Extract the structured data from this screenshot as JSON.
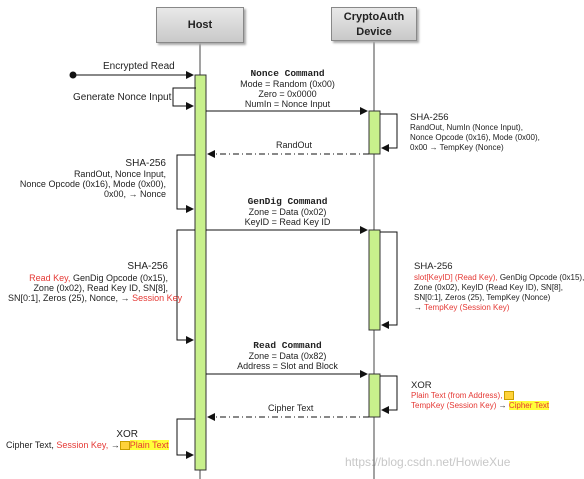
{
  "host": {
    "title": "Host"
  },
  "device": {
    "line1": "CryptoAuth",
    "line2": "Device"
  },
  "encrypted_read": "Encrypted Read",
  "generate_nonce": "Generate Nonce Input",
  "nonce_cmd": {
    "name": "Nonce Command",
    "mode": "Mode = Random (0x00)",
    "zero": "Zero = 0x0000",
    "numin": "NumIn = Nonce Input"
  },
  "device_sha1": {
    "title": "SHA-256",
    "l1": "RandOut, NumIn (Nonce Input),",
    "l2": "Nonce Opcode (0x16), Mode (0x00),",
    "l3": "0x00 → TempKey (Nonce)"
  },
  "randout": "RandOut",
  "host_sha1": {
    "title": "SHA-256",
    "l1": "RandOut, Nonce Input,",
    "l2": "Nonce Opcode (0x16), Mode (0x00),",
    "l3": "0x00, → Nonce"
  },
  "gendig_cmd": {
    "name": "GenDig Command",
    "zone": "Zone = Data (0x02)",
    "keyid": "KeyID = Read Key ID"
  },
  "host_sha2": {
    "title": "SHA-256",
    "l1_red": "Read Key,",
    "l1": " GenDig Opcode (0x15),",
    "l2": "Zone (0x02), Read Key ID, SN[8],",
    "l3": "SN[0:1], Zeros (25), Nonce, →",
    "l3_red": "Session Key"
  },
  "device_sha2": {
    "title": "SHA-256",
    "l1_red": "slot[KeyID] (Read Key),",
    "l1": " GenDig Opcode (0x15),",
    "l2": "Zone (0x02), KeyID (Read Key ID), SN[8],",
    "l3": "SN[0:1], Zeros (25), TempKey (Nonce)",
    "l4_arrow": "→",
    "l4_red": "TempKey (Session Key)"
  },
  "read_cmd": {
    "name": "Read Command",
    "zone": "Zone = Data (0x82)",
    "addr": "Address = Slot and Block"
  },
  "device_xor": {
    "title": "XOR",
    "l1_red": "Plain Text (from Address),",
    "l2_red": "TempKey (Session Key)",
    "l2_arrow": " → ",
    "l2_hl": "Cipher Text"
  },
  "cipher_text": "Cipher Text",
  "host_xor": {
    "title": "XOR",
    "l1a": "Cipher Text, ",
    "l1_red": "Session Key,",
    "l1b": " →",
    "l1_hl": "Plain Text"
  },
  "watermark": "https://blog.csdn.net/HowieXue",
  "colors": {
    "activation": "#c8f08c",
    "activation_border": "#333333",
    "red": "#e53935",
    "highlight": "#ffff3a"
  }
}
